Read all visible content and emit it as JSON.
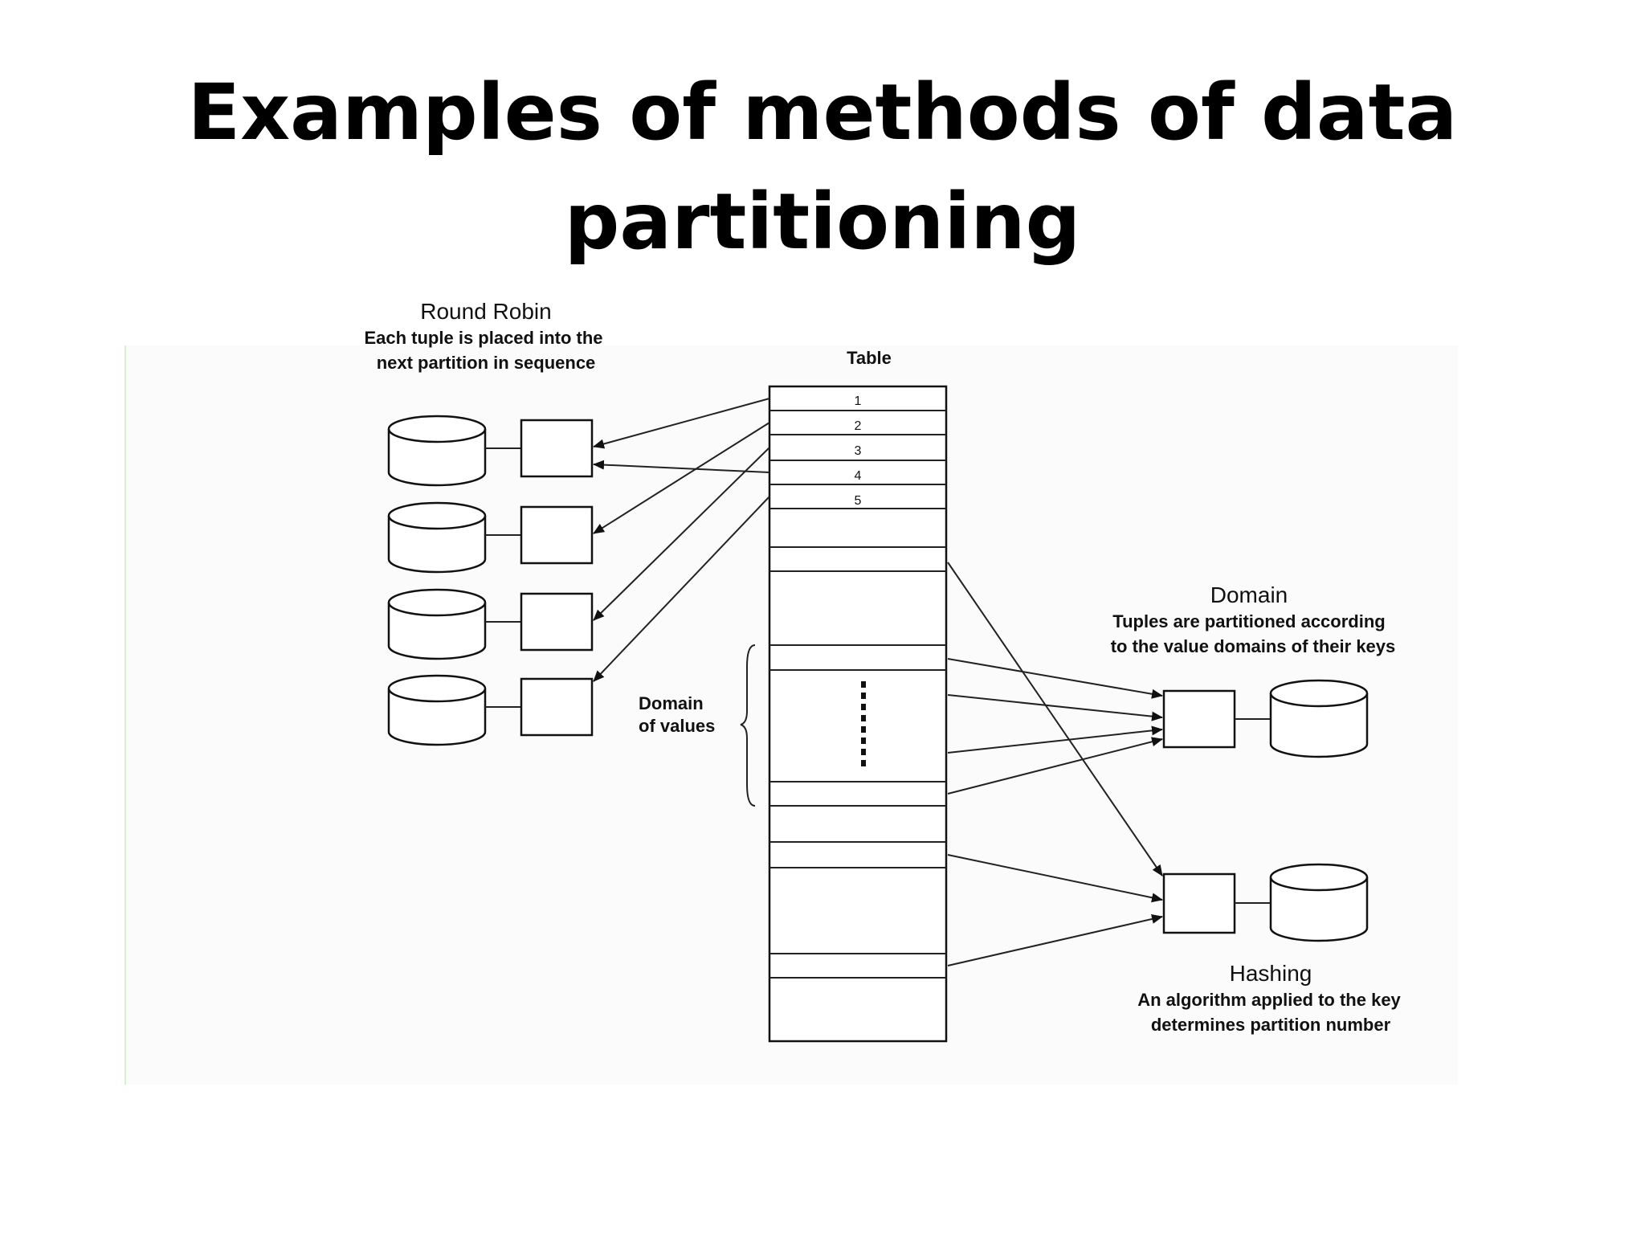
{
  "title": {
    "line1": "Examples of methods of data",
    "line2": "partitioning"
  },
  "table": {
    "label": "Table",
    "row_numbers": [
      "1",
      "2",
      "3",
      "4",
      "5"
    ]
  },
  "round_robin": {
    "title": "Round Robin",
    "desc_line1": "Each tuple is placed into the",
    "desc_line2": "next partition in sequence"
  },
  "domain": {
    "title": "Domain",
    "desc_line1": "Tuples are partitioned according",
    "desc_line2": "to the value domains of their keys"
  },
  "hashing": {
    "title": "Hashing",
    "desc_line1": "An algorithm applied to the key",
    "desc_line2": "determines partition number"
  },
  "domain_of_values": {
    "line1": "Domain",
    "line2": "of values"
  }
}
